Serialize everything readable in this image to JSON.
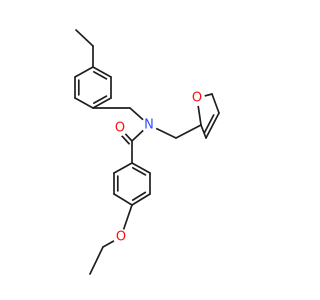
{
  "molecule": {
    "atoms": [
      {
        "id": "O_carbonyl",
        "label": "O",
        "color": "#ff0d0d"
      },
      {
        "id": "N_amide",
        "label": "N",
        "color": "#3050f8"
      },
      {
        "id": "O_furan",
        "label": "O",
        "color": "#ff0d0d"
      },
      {
        "id": "O_ether",
        "label": "O",
        "color": "#ff0d0d"
      }
    ],
    "bond_color": "#1f1f1f"
  }
}
